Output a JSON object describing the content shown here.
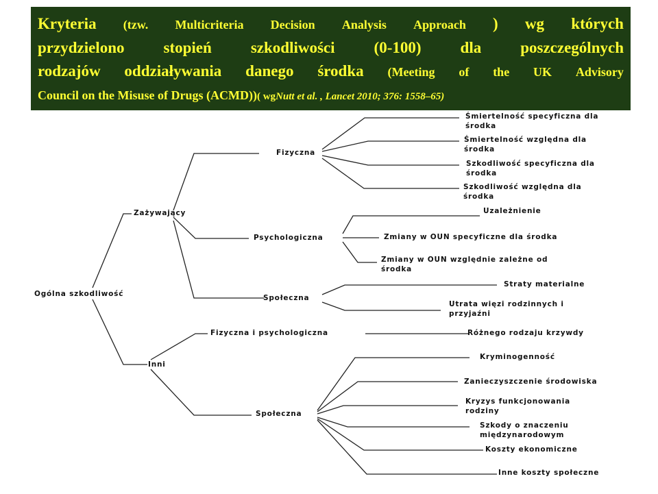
{
  "colors": {
    "header_bg": "#1e3d14",
    "header_text": "#ffff33",
    "line": "#222222"
  },
  "header": {
    "line1": [
      "Kryteria",
      "(tzw.",
      "Multicriteria",
      "Decision",
      "Analysis",
      "Approach",
      ")",
      "wg",
      "których"
    ],
    "line2": [
      "przydzielono",
      "stopień",
      "szkodliwości",
      "(0-100)",
      "dla",
      "poszczególnych"
    ],
    "line3": [
      "rodzajów",
      "oddziaływania",
      "danego",
      "środka",
      "(Meeting",
      "of",
      "the",
      "UK",
      "Advisory"
    ],
    "line4": [
      "Council on the Misuse of Drugs (ACMD))",
      "( wg ",
      "Nutt et al. , Lancet  2010; 376: 1558–65)"
    ]
  },
  "tree": {
    "root": "Ogólna szkodliwość",
    "user": {
      "label": "Zażywający",
      "fizyczna": {
        "label": "Fizyczna",
        "leaves": [
          [
            "Śmiertelność specyficzna dla",
            "środka"
          ],
          [
            "Śmiertelność względna dla",
            "środka"
          ],
          [
            "Szkodliwość specyficzna dla",
            "środka"
          ],
          [
            "Szkodliwość względna dla",
            "środka"
          ]
        ]
      },
      "psych": {
        "label": "Psychologiczna",
        "leaves": [
          [
            "Uzależnienie"
          ],
          [
            "Zmiany w OUN specyficzne dla środka"
          ],
          [
            "Zmiany w OUN względnie zależne od",
            "środka"
          ]
        ]
      },
      "spol": {
        "label": "Społeczna",
        "leaves": [
          [
            "Straty materialne"
          ],
          [
            "Utrata więzi rodzinnych i",
            "przyjaźni"
          ]
        ]
      }
    },
    "others": {
      "label": "Inni",
      "fizpsych": {
        "label": "Fizyczna i psychologiczna",
        "leaves": [
          [
            "Różnego rodzaju krzywdy"
          ]
        ]
      },
      "spol": {
        "label": "Społeczna",
        "leaves": [
          [
            "Kryminogenność"
          ],
          [
            "Zanieczyszczenie środowiska"
          ],
          [
            "Kryzys funkcjonowania",
            "rodziny"
          ],
          [
            "Szkody o znaczeniu",
            "międzynarodowym"
          ],
          [
            "Koszty ekonomiczne"
          ],
          [
            "Inne koszty społeczne"
          ]
        ]
      }
    }
  }
}
